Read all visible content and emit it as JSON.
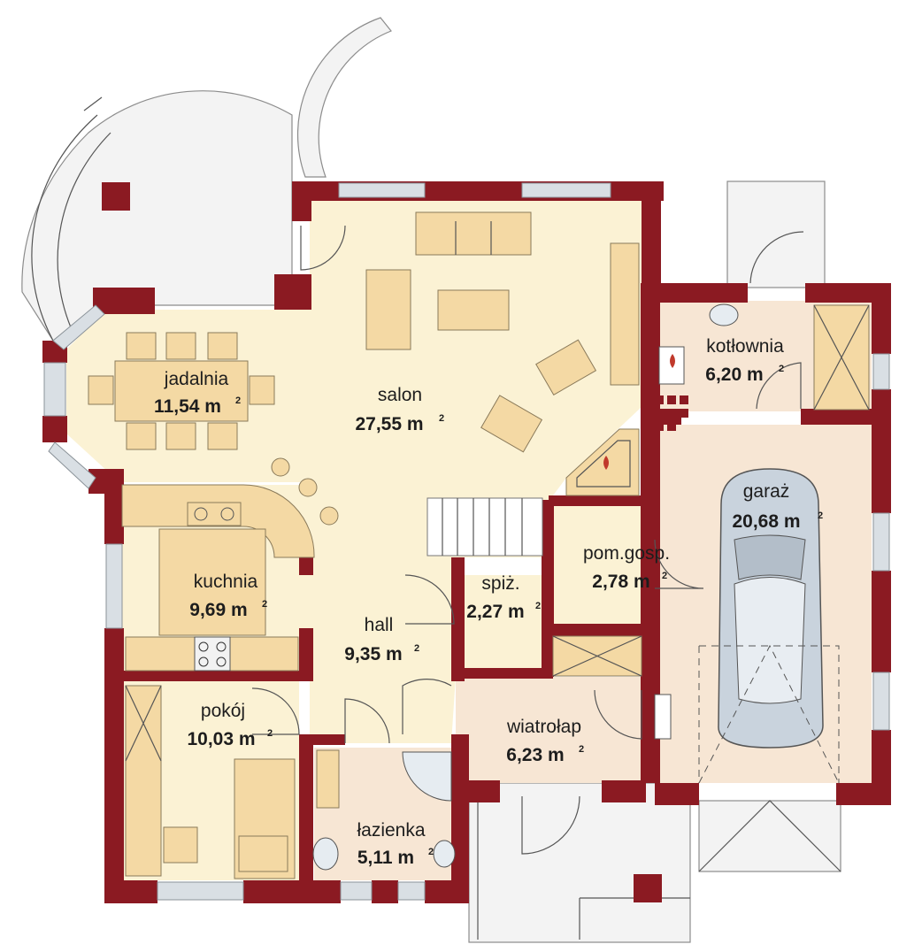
{
  "rooms": {
    "jadalnia": {
      "name": "jadalnia",
      "area": "11,54 m",
      "unit_sup": "2"
    },
    "salon": {
      "name": "salon",
      "area": "27,55 m",
      "unit_sup": "2"
    },
    "kotlownia": {
      "name": "kotłownia",
      "area": "6,20 m",
      "unit_sup": "2"
    },
    "garaz": {
      "name": "garaż",
      "area": "20,68 m",
      "unit_sup": "2"
    },
    "kuchnia": {
      "name": "kuchnia",
      "area": "9,69 m",
      "unit_sup": "2"
    },
    "spiz": {
      "name": "spiż.",
      "area": "2,27 m",
      "unit_sup": "2"
    },
    "pomgosp": {
      "name": "pom.gosp.",
      "area": "2,78 m",
      "unit_sup": "2"
    },
    "hall": {
      "name": "hall",
      "area": "9,35 m",
      "unit_sup": "2"
    },
    "pokoj": {
      "name": "pokój",
      "area": "10,03 m",
      "unit_sup": "2"
    },
    "wiatrolap": {
      "name": "wiatrołap",
      "area": "6,23 m",
      "unit_sup": "2"
    },
    "lazienka": {
      "name": "łazienka",
      "area": "5,11 m",
      "unit_sup": "2"
    }
  },
  "colors": {
    "wall": "#8b1a22",
    "floor_living": "#fbf2d4",
    "floor_service": "#f7e6d4",
    "furniture": "#f4d9a4",
    "terrace": "#f3f3f3",
    "car": "#c9d3dd"
  }
}
